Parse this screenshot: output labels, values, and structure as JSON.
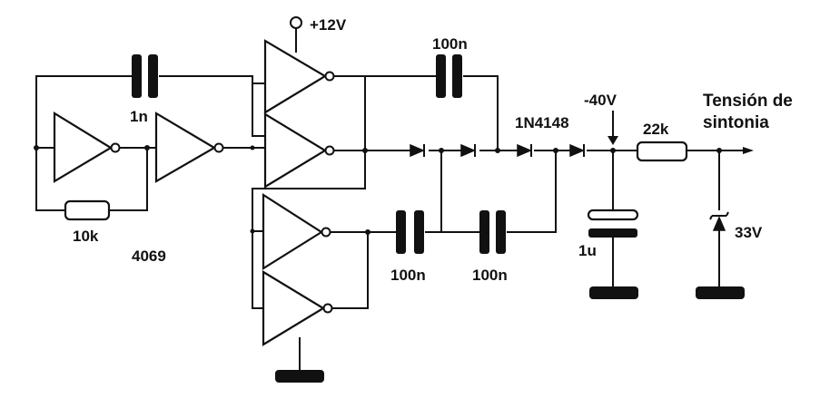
{
  "labels": {
    "supply": "+12V",
    "cap_1n": "1n",
    "cap_100n_top": "100n",
    "res_10k": "10k",
    "ic": "4069",
    "cap_100n_mid": "100n",
    "cap_100n_right": "100n",
    "diode": "1N4148",
    "voltage": "-40V",
    "res_22k": "22k",
    "output_line1": "Tensión de",
    "output_line2": "sintonia",
    "cap_1u": "1u",
    "zener": "33V"
  }
}
